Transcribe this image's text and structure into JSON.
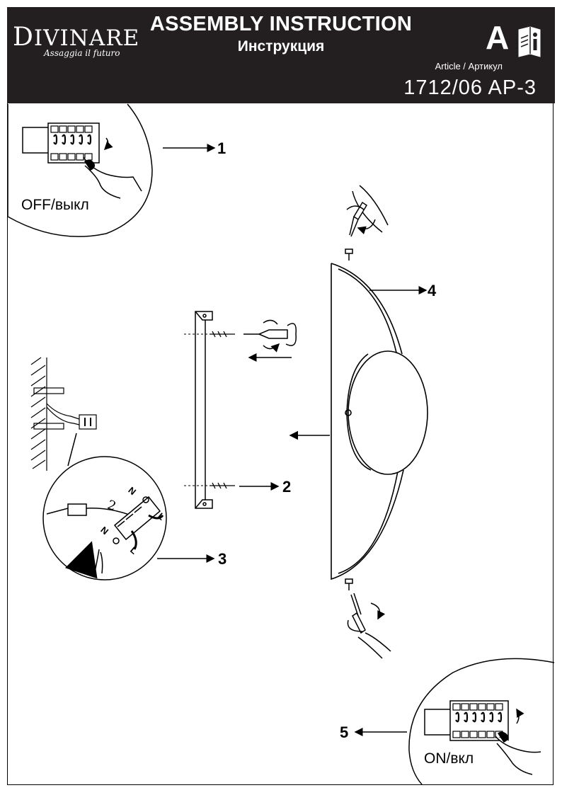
{
  "header": {
    "brand_prefix": "D",
    "brand_rest": "IVINARE",
    "tagline": "Assaggia il futuro",
    "title_en": "ASSEMBLY INSTRUCTION",
    "title_ru": "Инструкция",
    "language_badge": "A",
    "info_icon": "book-info-icon",
    "article_label": "Article / Артикул",
    "article_number": "1712/06 AP-3"
  },
  "steps": {
    "s1": "1",
    "s2": "2",
    "s3": "3",
    "s4": "4",
    "s5": "5"
  },
  "states": {
    "off": "OFF/выкл",
    "on": "ON/вкл"
  },
  "wiring": {
    "n_top": "N",
    "n_left": "N",
    "l_right": "L",
    "l_bottom": "L",
    "sub1": "1",
    "sub2": "2"
  },
  "colors": {
    "header_bg": "#231f20",
    "ink": "#000000"
  }
}
